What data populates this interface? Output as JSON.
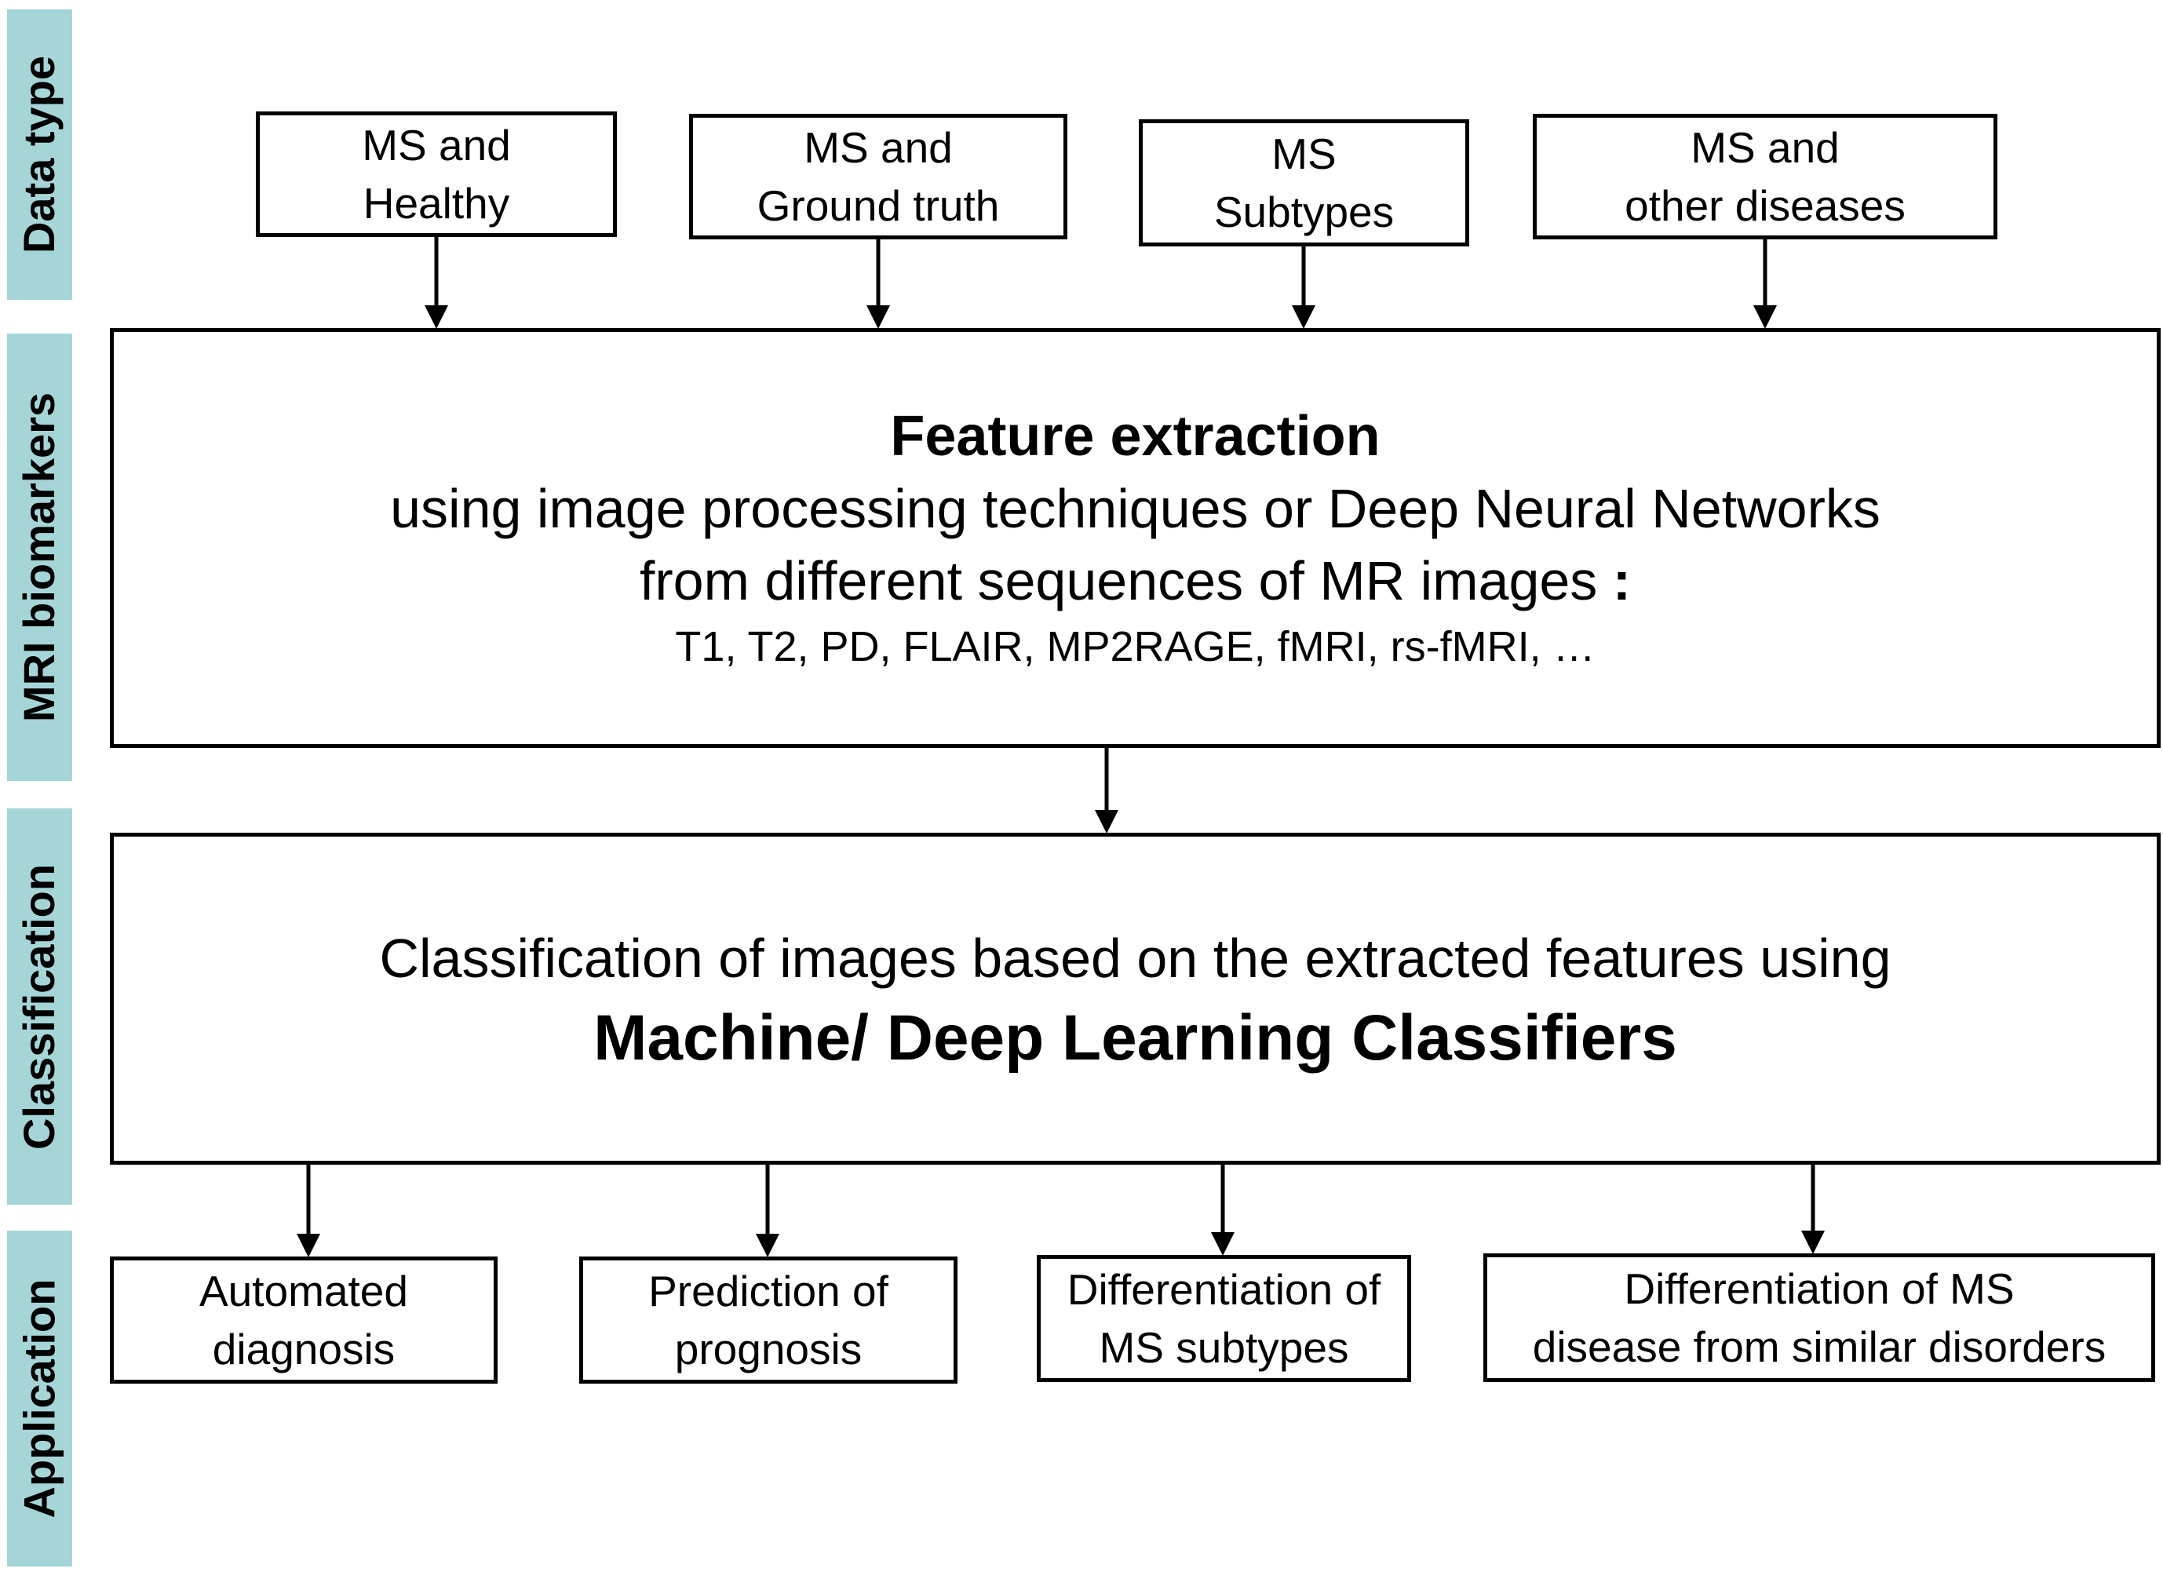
{
  "bands": {
    "data_type": "Data type",
    "mri_biomarkers": "MRI biomarkers",
    "classification": "Classification",
    "application": "Application"
  },
  "data_types": [
    {
      "label": "MS and\nHealthy"
    },
    {
      "label": "MS and\nGround truth"
    },
    {
      "label": "MS\nSubtypes"
    },
    {
      "label": "MS and\nother diseases"
    }
  ],
  "feature": {
    "title": "Feature extraction",
    "line1": "using image processing techniques or Deep Neural Networks",
    "line2": "from different sequences of MR images ",
    "colon": ":",
    "sequences": "T1, T2, PD, FLAIR, MP2RAGE, fMRI, rs-fMRI, …"
  },
  "classification": {
    "line1": "Classification of images based on the extracted features using",
    "bold": "Machine/ Deep Learning Classifiers"
  },
  "applications": [
    {
      "label": "Automated\ndiagnosis"
    },
    {
      "label": "Prediction of\nprognosis"
    },
    {
      "label": "Differentiation of\nMS subtypes"
    },
    {
      "label": "Differentiation of MS\ndisease from similar disorders"
    }
  ],
  "colors": {
    "band_fill": "#a6d5d8",
    "stroke": "#000000"
  }
}
